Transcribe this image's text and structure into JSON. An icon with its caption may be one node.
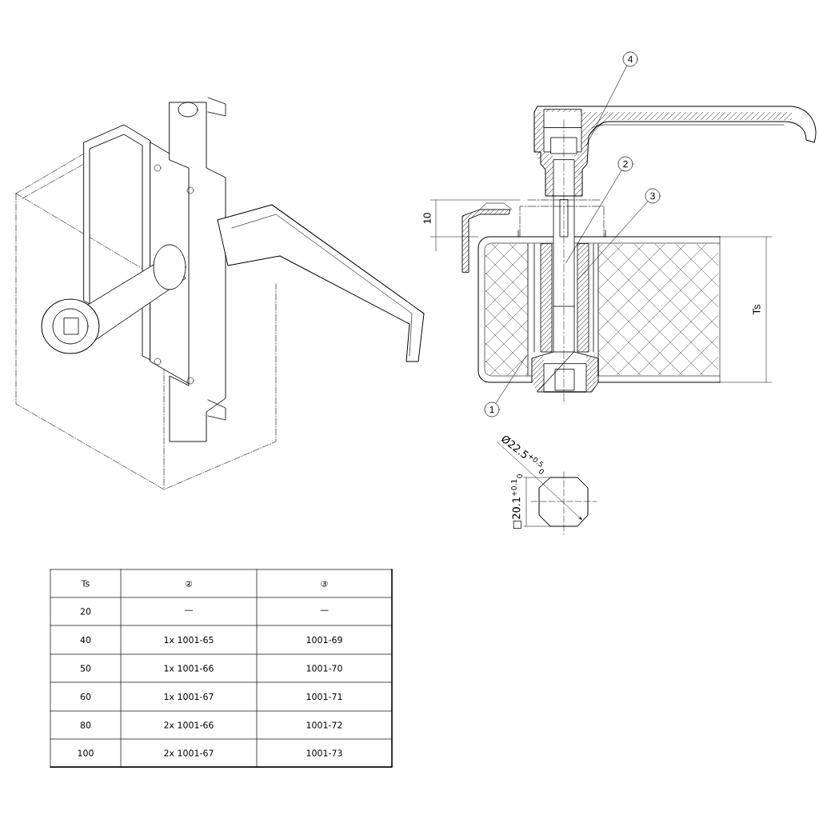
{
  "diagram": {
    "nodes": [
      {
        "text": [
          "4"
        ]
      },
      {
        "text": [
          "2"
        ]
      },
      {
        "text": [
          "3"
        ]
      },
      {
        "text": [
          "1"
        ]
      }
    ],
    "edges": [
      {
        "from": 0,
        "to": null,
        "arrow": "none"
      },
      {
        "from": 1,
        "to": null,
        "arrow": "none"
      },
      {
        "from": 2,
        "to": null,
        "arrow": "none"
      },
      {
        "from": 3,
        "to": null,
        "arrow": "none"
      }
    ],
    "labels": [
      "10",
      "Ts",
      "Ø22.5$^{+0.5}$$_{0}$",
      "□20.1$^{+0.1}$$_{0}$",
      "Ts",
      "②",
      "③",
      "20",
      "—",
      "—",
      "40",
      "1x 1001-65",
      "1001-69",
      "50",
      "1x 1001-66",
      "1001-70",
      "60",
      "1x 1001-67",
      "1001-71",
      "80",
      "2x 1001-66",
      "1001-72",
      "100",
      "2x 1001-67",
      "1001-73"
    ]
  }
}
